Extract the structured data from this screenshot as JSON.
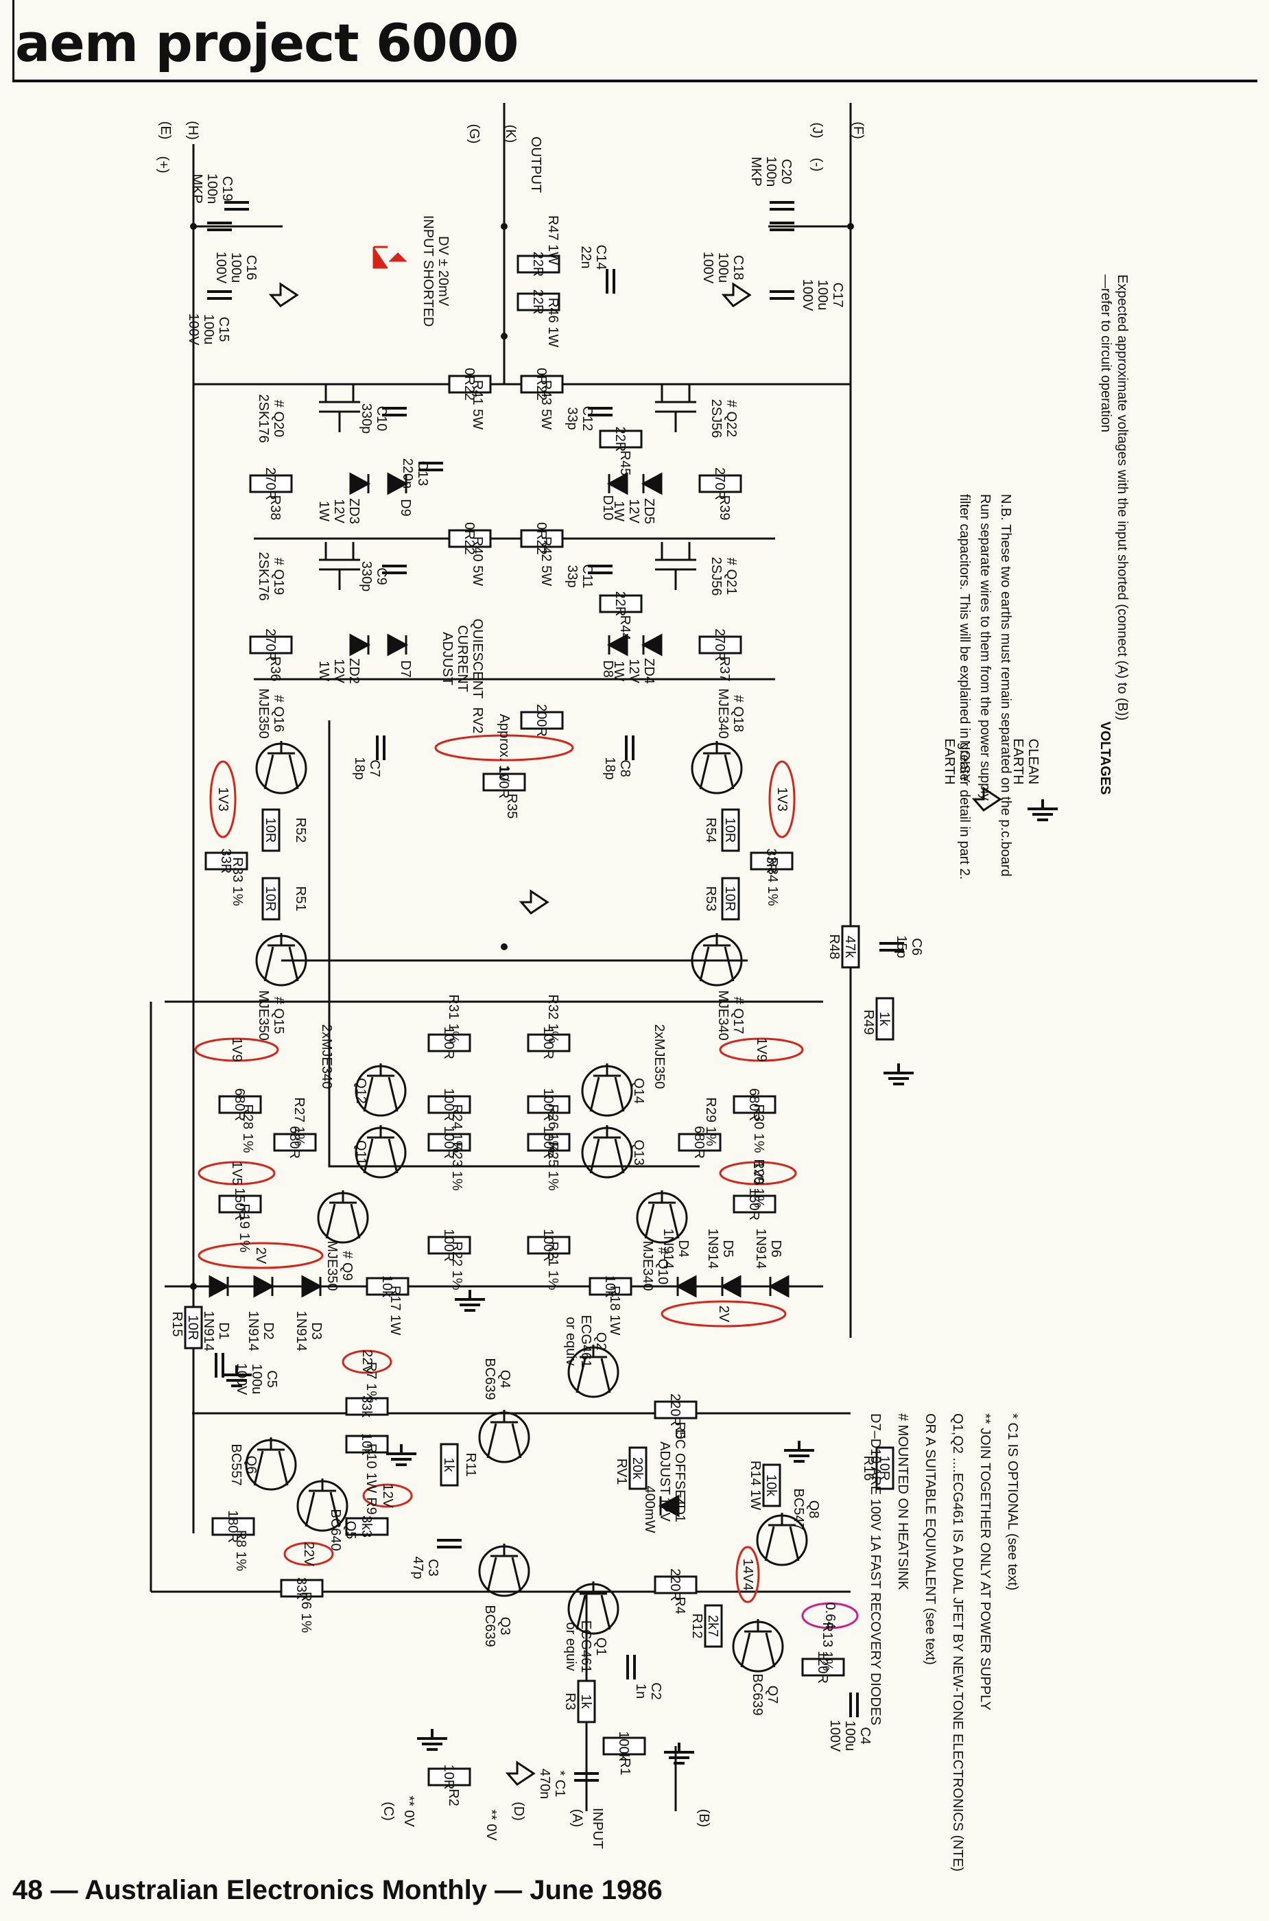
{
  "header": {
    "title": "aem project 6000"
  },
  "footer": {
    "text": "48 — Australian Electronics Monthly — June 1986"
  },
  "terminals": {
    "input": "INPUT",
    "a": "(A)",
    "b": "(B)",
    "c": "(C)",
    "d": "(D)",
    "e": "(E)",
    "h": "(H)",
    "g": "(G)",
    "k": "(K)",
    "j": "(J)",
    "f": "(F)",
    "plus": "(+)",
    "minus": "(-)",
    "output": "OUTPUT",
    "zero_v_c": "** 0V",
    "zero_v_d": "** 0V"
  },
  "labels": {
    "quiescent": [
      "QUIESCENT",
      "CURRENT",
      "ADJUST"
    ],
    "dc_offset": [
      "DC OFFSET",
      "ADJUST"
    ],
    "dv_note": [
      "DV ± 20mV",
      "INPUT SHORTED"
    ],
    "noisy_earth": [
      "NOISY",
      "EARTH"
    ],
    "clean_earth": [
      "CLEAN",
      "EARTH"
    ],
    "approx": "Approx. 1V"
  },
  "components": {
    "r1": [
      "R1",
      "100k"
    ],
    "r2": [
      "R2",
      "10R"
    ],
    "r3": [
      "R3",
      "1k"
    ],
    "r4": [
      "R4",
      "220R"
    ],
    "r5": [
      "R5",
      "220R"
    ],
    "r6": [
      "R6 1%",
      "33k"
    ],
    "r7": [
      "R7 1%",
      "33k"
    ],
    "r8": [
      "R8 1%",
      "180R"
    ],
    "r9": [
      "R9",
      "3k3"
    ],
    "r10": [
      "R10 1W",
      "10k"
    ],
    "r11": [
      "R11",
      "1k"
    ],
    "r12": [
      "R12",
      "2k7"
    ],
    "r13": [
      "R13 1%",
      "120R"
    ],
    "r14": [
      "R14 1W",
      "10k"
    ],
    "r15": [
      "R15",
      "10R"
    ],
    "r16": [
      "R16",
      "10R"
    ],
    "r17": [
      "R17 1W",
      "10k"
    ],
    "r18": [
      "R18 1W",
      "10k"
    ],
    "r19": [
      "R19 1%",
      "150R"
    ],
    "r20": [
      "R20 1%",
      "150R"
    ],
    "r21": [
      "R21 1%",
      "100R"
    ],
    "r22": [
      "R22 1%",
      "100R"
    ],
    "r23": [
      "R23 1%",
      "100R"
    ],
    "r24": [
      "R24 1%",
      "100R"
    ],
    "r25": [
      "R25 1%",
      "100R"
    ],
    "r26": [
      "R26 1%",
      "100R"
    ],
    "r27": [
      "R27 1%",
      "680R"
    ],
    "r28": [
      "R28 1%",
      "680R"
    ],
    "r29": [
      "R29 1%",
      "680R"
    ],
    "r30": [
      "R30 1%",
      "680R"
    ],
    "r31": [
      "R31 1%",
      "100R"
    ],
    "r32": [
      "R32 1%",
      "100R"
    ],
    "r33": [
      "R33 1%",
      "33R"
    ],
    "r34": [
      "R34 1%",
      "33R"
    ],
    "r35": [
      "R35",
      "100R"
    ],
    "r36": [
      "R36",
      "270R"
    ],
    "r37": [
      "R37",
      "270R"
    ],
    "r38": [
      "R38",
      "270R"
    ],
    "r39": [
      "R39",
      "270R"
    ],
    "r40": [
      "R40 5W",
      "0R22"
    ],
    "r41": [
      "R41 5W",
      "0R22"
    ],
    "r42": [
      "R42 5W",
      "0R22"
    ],
    "r43": [
      "R43 5W",
      "0R22"
    ],
    "r44": [
      "R44",
      "22R"
    ],
    "r45": [
      "R45",
      "22R"
    ],
    "r46": [
      "R46 1W",
      "22R"
    ],
    "r47": [
      "R47 1W",
      "22R"
    ],
    "r48": [
      "R48",
      "47k"
    ],
    "r49": [
      "R49",
      "1k"
    ],
    "r51": [
      "R51",
      "10R"
    ],
    "r52": [
      "R52",
      "10R"
    ],
    "r53": [
      "R53",
      "10R"
    ],
    "r54": [
      "R54",
      "10R"
    ],
    "rv1": [
      "RV1",
      "20k"
    ],
    "rv2": [
      "RV2",
      "200R"
    ],
    "c1": [
      "* C1",
      "470n"
    ],
    "c2": [
      "C2",
      "1n"
    ],
    "c3": [
      "C3",
      "47p"
    ],
    "c4": [
      "C4",
      "100u",
      "100V"
    ],
    "c5": [
      "C5",
      "100u",
      "100V"
    ],
    "c6": [
      "C6",
      "15p"
    ],
    "c7": [
      "C7",
      "18p"
    ],
    "c8": [
      "C8",
      "18p"
    ],
    "c9": [
      "C9",
      "330p"
    ],
    "c10": [
      "C10",
      "330p"
    ],
    "c11": [
      "C11",
      "33p"
    ],
    "c12": [
      "C12",
      "33p"
    ],
    "c13": [
      "C13",
      "220n"
    ],
    "c14": [
      "C14",
      "22n"
    ],
    "c15": [
      "C15",
      "100u",
      "100V"
    ],
    "c16": [
      "C16",
      "100u",
      "100V"
    ],
    "c17": [
      "C17",
      "100u",
      "100V"
    ],
    "c18": [
      "C18",
      "100u",
      "100V"
    ],
    "c19": [
      "C19",
      "100n",
      "MKP"
    ],
    "c20": [
      "C20",
      "100n",
      "MKP"
    ],
    "d1": [
      "D1",
      "1N914"
    ],
    "d2": [
      "D2",
      "1N914"
    ],
    "d3": [
      "D3",
      "1N914"
    ],
    "d4": [
      "D4",
      "1N914"
    ],
    "d5": [
      "D5",
      "1N914"
    ],
    "d6": [
      "D6",
      "1N914"
    ],
    "d7": "D7",
    "d8": "D8",
    "d9": "D9",
    "d10": "D10",
    "zd1": [
      "ZD1",
      "12V",
      "400mW"
    ],
    "zd2": [
      "ZD2",
      "12V",
      "1W"
    ],
    "zd3": [
      "ZD3",
      "12V",
      "1W"
    ],
    "zd4": [
      "ZD4",
      "12V",
      "1W"
    ],
    "zd5": [
      "ZD5",
      "12V",
      "1W"
    ],
    "q1": [
      "Q1",
      "ECG461",
      "or equiv"
    ],
    "q2": [
      "Q2",
      "ECG461",
      "or equiv"
    ],
    "q3": [
      "Q3",
      "BC639"
    ],
    "q4": [
      "Q4",
      "BC639"
    ],
    "q5": [
      "Q5",
      "BC640"
    ],
    "q6": [
      "Q6",
      "BC557"
    ],
    "q7": [
      "Q7",
      "BC639"
    ],
    "q8": [
      "Q8",
      "BC547"
    ],
    "q9": [
      "# Q9",
      "MJE350"
    ],
    "q10": [
      "# Q10",
      "MJE340"
    ],
    "q11": "Q11",
    "q12": "Q12",
    "q13": "Q13",
    "q14": "Q14",
    "q11_12": "2xMJE340",
    "q13_14": "2xMJE350",
    "q15": [
      "# Q15",
      "MJE350"
    ],
    "q16": [
      "# Q16",
      "MJE350"
    ],
    "q17": [
      "# Q17",
      "MJE340"
    ],
    "q18": [
      "# Q18",
      "MJE340"
    ],
    "q19": [
      "# Q19",
      "2SK176"
    ],
    "q20": [
      "# Q20",
      "2SK176"
    ],
    "q21": [
      "# Q21",
      "2SJ56"
    ],
    "q22": [
      "# Q22",
      "2SJ56"
    ]
  },
  "voltages": {
    "v_1v3_left": "1V3",
    "v_1v3_right": "1V3",
    "v_1v9_left": "1V9",
    "v_1v9_right": "1V9",
    "v_1v5_left": "1V5",
    "v_1v5_right": "1V5",
    "v_2v_left": "2V",
    "v_2v_right": "2V",
    "v_22v_top": "22V",
    "v_22v_bottom": "22V",
    "v_12v": "12V",
    "v_14v4": "14V4",
    "v_0v64": "0.64"
  },
  "notes": {
    "nb": [
      "N.B. These two earths must remain separated on the p.c.board",
      "Run separate wires to them from the power supply",
      "filter capacitors. This will be explained in greater detail in part 2."
    ],
    "voltages_heading": "VOLTAGES",
    "voltages_text": [
      "Expected approximate voltages with the input shorted (connect (A) to (B))",
      "—refer to circuit operation"
    ],
    "footnotes": [
      "* C1 IS OPTIONAL (see text)",
      "** JOIN TOGETHER ONLY AT POWER SUPPLY",
      "Q1,Q2 ....ECG461 IS A DUAL JFET BY NEW-TONE ELECTRONICS (NTE)",
      "OR A SUITABLE EQUIVALENT (see text)",
      "# MOUNTED ON HEATSINK",
      "D7–D10 ARE 100V 1A FAST RECOVERY DIODES"
    ]
  },
  "colors": {
    "ink": "#111111",
    "red": "#d62418",
    "magenta": "#cc1f8a",
    "paper": "#fbfaf2"
  }
}
